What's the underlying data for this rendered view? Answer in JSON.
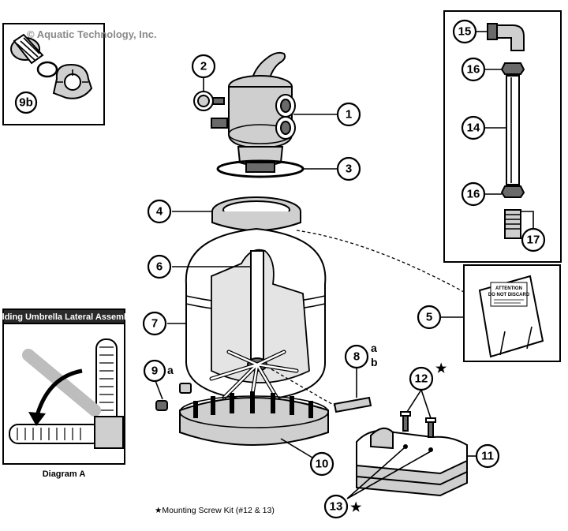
{
  "watermark": "© Aquatic Technology, Inc.",
  "inset_title": "Folding Umbrella Lateral Assembly",
  "inset_caption": "Diagram A",
  "footnote": "★Mounting Screw Kit (#12 & 13)",
  "sign_text": [
    "ATTENTION",
    "DO NOT DISCARD"
  ],
  "callouts": {
    "c1": "1",
    "c2": "2",
    "c3": "3",
    "c4": "4",
    "c5": "5",
    "c6": "6",
    "c7": "7",
    "c8": "8",
    "c8_suffix_a": "a",
    "c8_suffix_b": "b",
    "c9": "9",
    "c9_suffix": "a",
    "c9b": "9b",
    "c10": "10",
    "c11": "11",
    "c12": "12",
    "c13": "13",
    "c14": "14",
    "c15": "15",
    "c16a": "16",
    "c16b": "16",
    "c17": "17"
  },
  "star": "★"
}
